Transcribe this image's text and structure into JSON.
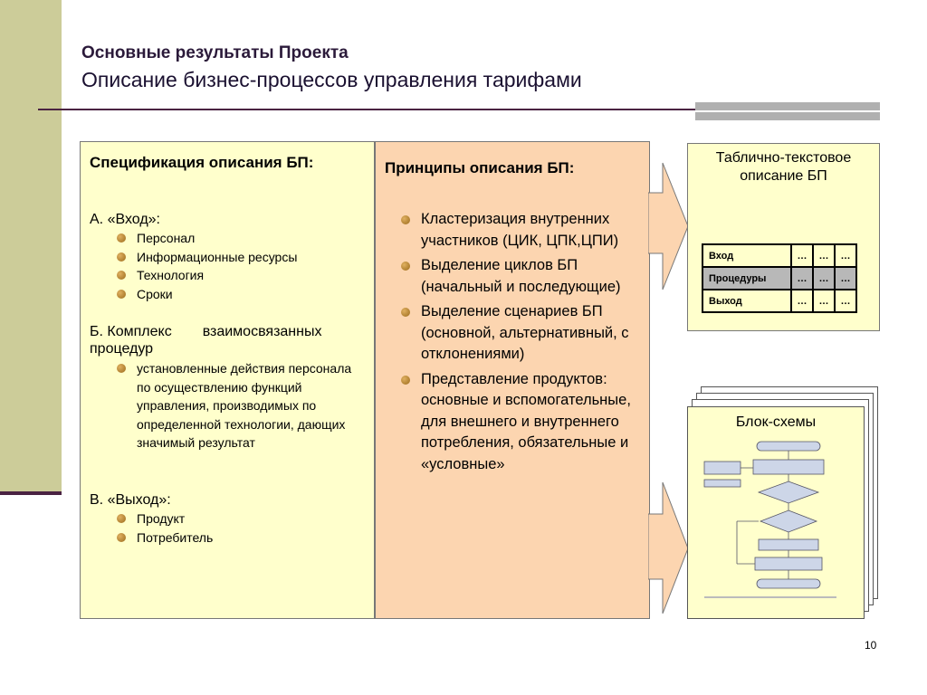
{
  "header": {
    "title": "Основные результаты Проекта",
    "subtitle": "Описание бизнес-процессов управления тарифами"
  },
  "spec": {
    "title": "Спецификация описания БП:",
    "sectionA": "А. «Вход»:",
    "itemsA": [
      "Персонал",
      "Информационные ресурсы",
      "Технология",
      "Сроки"
    ],
    "sectionB_1": "Б. Комплекс",
    "sectionB_2": "взаимосвязанных",
    "sectionB_3": "процедур",
    "itemsB": [
      "установленные действия персонала по осуществлению функций управления, производимых по определенной технологии, дающих значимый результат"
    ],
    "sectionC": "В. «Выход»:",
    "itemsC": [
      "Продукт",
      "Потребитель"
    ]
  },
  "principles": {
    "title": "Принципы описания БП:",
    "items": [
      "Кластеризация внутренних участников (ЦИК, ЦПК,ЦПИ)",
      "Выделение циклов БП (начальный и последующие)",
      "Выделение сценариев БП (основной, альтернативный, с отклонениями)",
      "Представление продуктов: основные и вспомогательные, для внешнего и внутреннего потребления, обязательные и «условные»"
    ]
  },
  "table_card": {
    "title": "Таблично-текстовое описание БП",
    "rows": [
      {
        "label": "Вход",
        "cells": [
          "…",
          "…",
          "…"
        ]
      },
      {
        "label": "Процедуры",
        "cells": [
          "…",
          "…",
          "…"
        ]
      },
      {
        "label": "Выход",
        "cells": [
          "…",
          "…",
          "…"
        ]
      }
    ]
  },
  "flow_card": {
    "title": "Блок-схемы"
  },
  "page_number": "10",
  "colors": {
    "left_band": "#cccc99",
    "accent_line": "#4a2342",
    "panel_yellow": "#ffffcc",
    "panel_peach": "#fcd5b0"
  }
}
